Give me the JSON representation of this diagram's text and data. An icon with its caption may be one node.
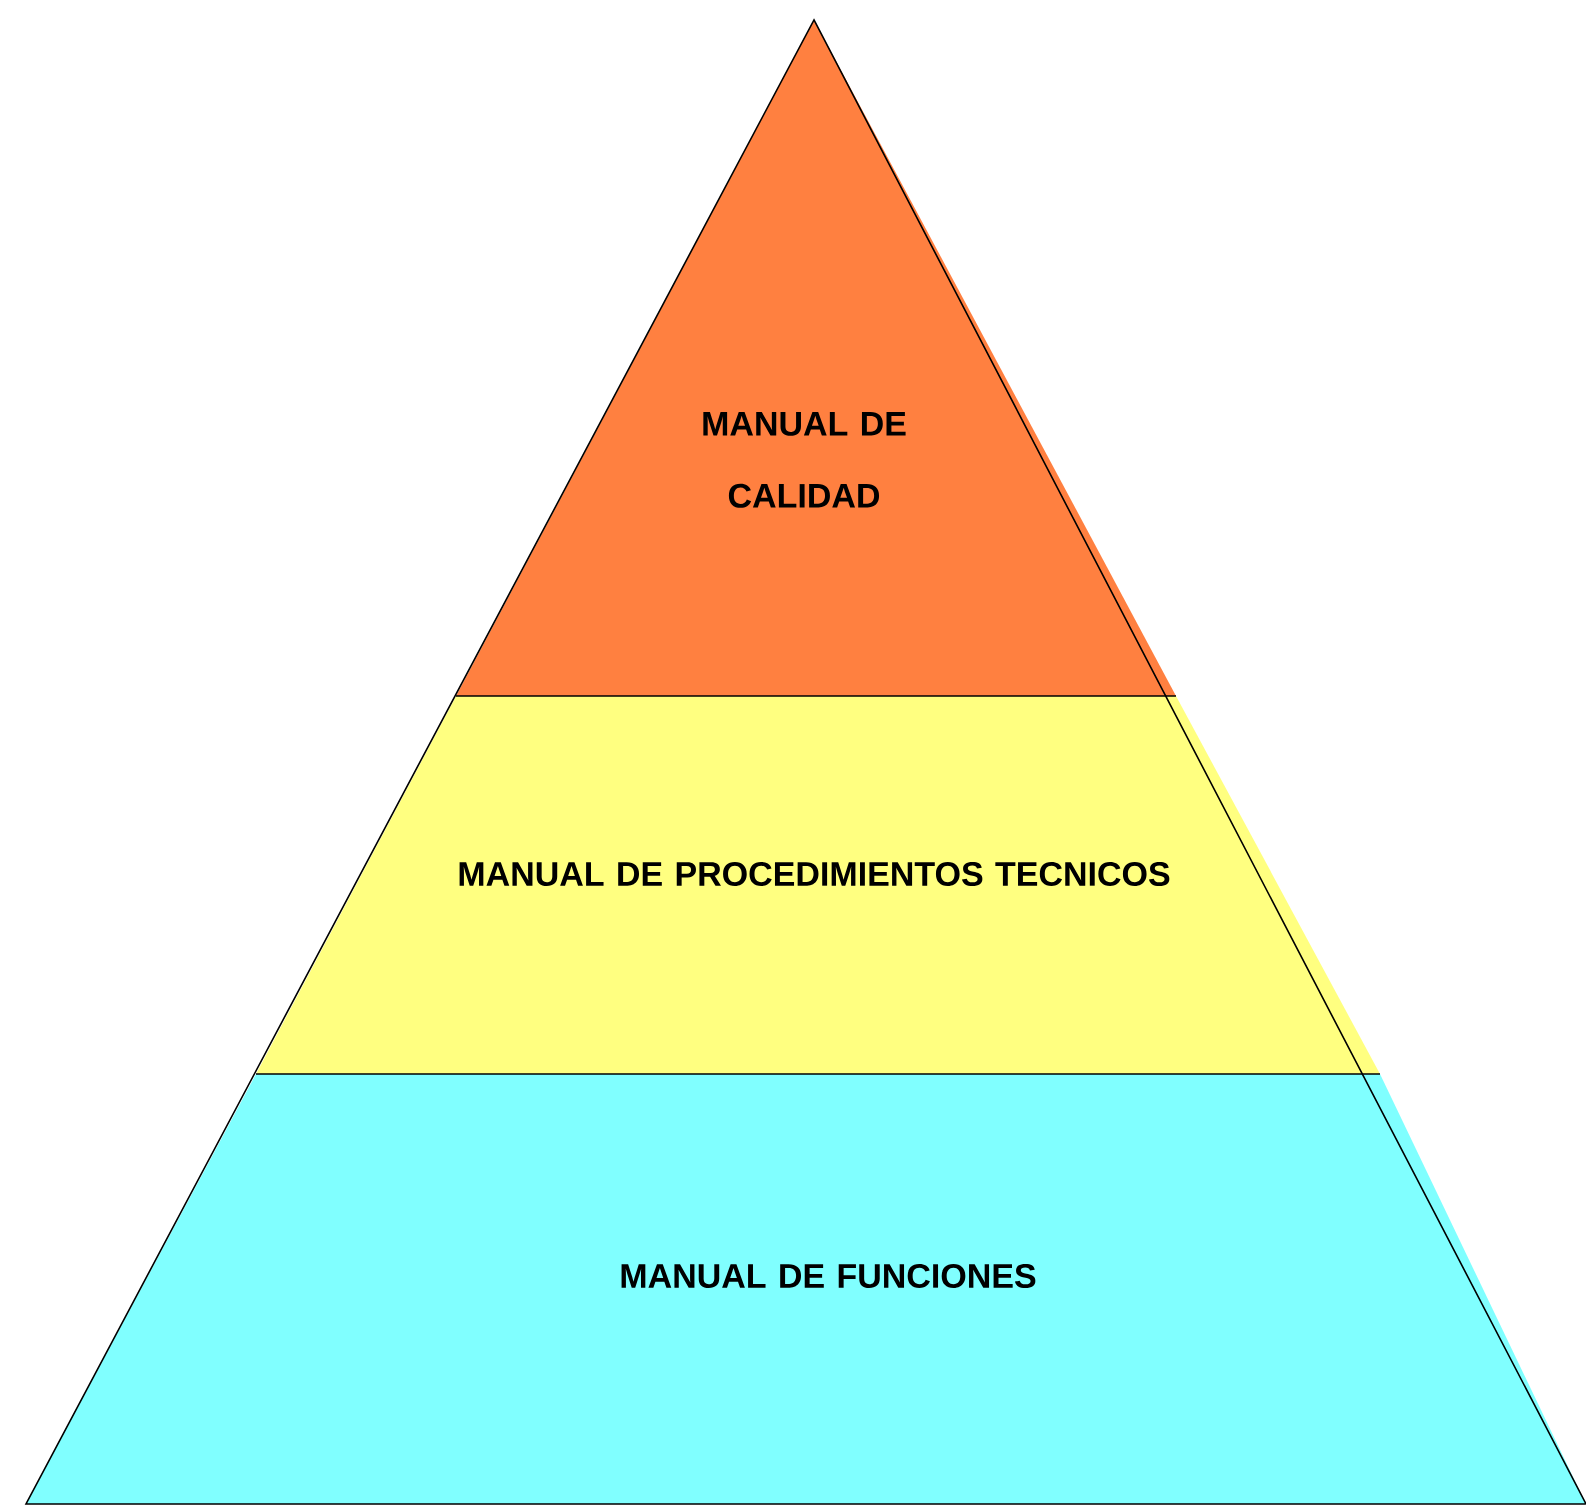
{
  "diagram": {
    "nodes": [
      {
        "text": [
          "MANUAL DE CALIDAD"
        ]
      },
      {
        "text": [
          "MANUAL DE PROCEDIMIENTOS TECNICOS"
        ]
      },
      {
        "text": [
          "MANUAL DE FUNCIONES"
        ]
      }
    ]
  }
}
